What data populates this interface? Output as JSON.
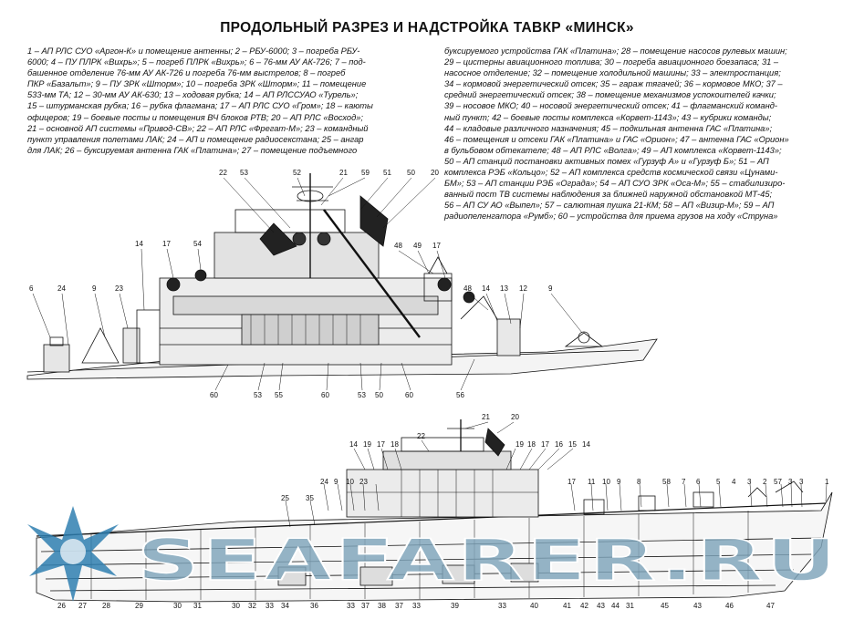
{
  "title": "ПРОДОЛЬНЫЙ РАЗРЕЗ И НАДСТРОЙКА ТАВКР «МИНСК»",
  "legend_left": [
    "1 – АП РЛС СУО «Аргон-К» и помещение антенны; 2 – РБУ-6000; 3 – погреба РБУ-",
    "6000; 4 – ПУ ПЛРК «Вихрь»; 5 – погреб ПЛРК «Вихрь»; 6 – 76-мм АУ АК-726; 7 – под-",
    "башенное отделение 76-мм АУ АК-726 и погреба 76-мм выстрелов; 8 – погреб",
    "ПКР «Базальт»; 9 – ПУ ЗРК «Шторм»; 10 – погреба ЗРК «Шторм»; 11 – помещение",
    "533-мм ТА; 12 – 30-мм АУ АК-630; 13 – ходовая рубка; 14 – АП РЛССУАО «Турель»;",
    "15 – штурманская рубка; 16 – рубка флагмана; 17 – АП РЛС СУО «Гром»; 18 – каюты",
    "офицеров; 19 – боевые посты и помещения ВЧ блоков РТВ; 20 – АП РЛС «Восход»;",
    "21 – основной АП системы «Привод-СВ»; 22 – АП РЛС «Фрегат-М»; 23 – командный",
    "пункт управления полетами ЛАК; 24 – АП и помещение радиосекстана; 25 – ангар",
    "для ЛАК; 26 – буксируемая антенна ГАК «Платина»; 27 – помещение подъемного"
  ],
  "legend_right": [
    "буксируемого устройства ГАК «Платина»; 28 – помещение насосов рулевых машин;",
    "29 – цистерны авиационного топлива; 30 – погреба авиационного боезапаса; 31 –",
    "насосное отделение; 32 – помещение холодильной машины; 33 – электростанция;",
    "34 – кормовой энергетический отсек; 35 – гараж тягачей; 36 – кормовое МКО; 37 –",
    "средний энергетический отсек; 38 – помещение механизмов успокоителей качки;",
    "39 – носовое МКО; 40 – носовой энергетический отсек; 41 – флагманский команд-",
    "ный пункт; 42 – боевые посты комплекса «Корвет-1143»; 43 – кубрики команды;",
    "44 – кладовые различного назначения; 45 – подкильная антенна ГАС «Платина»;",
    "46 – помещения и отсеки ГАК «Платина» и ГАС «Орион»; 47 – антенна ГАС «Орион»",
    "в бульбовом обтекателе; 48 – АП РЛС «Волга»; 49 – АП комплекса «Корвет-1143»;",
    "50 – АП станций постановки активных помех «Гурзуф А» и «Гурзуф Б»; 51 – АП",
    "комплекса РЭБ «Кольцо»; 52 – АП комплекса средств космической связи «Цунами-",
    "БМ»; 53 – АП станции РЭБ «Ограда»; 54 – АП СУО ЗРК «Оса-М»; 55 – стабилизиро-",
    "ванный пост ТВ системы наблюдения за ближней наружной обстановкой МТ-45;",
    "56 – АП СУ АО «Выпел»; 57 – салютная пушка 21-КМ; 58 – АП «Визир-М»; 59 – АП",
    "радиопеленгатора «Румб»; 60 – устройства для приема грузов на ходу «Струна»"
  ],
  "callouts_top": [
    "22",
    "53",
    "52",
    "21",
    "59",
    "51",
    "50",
    "20",
    "14",
    "17",
    "54",
    "48",
    "49",
    "17",
    "6",
    "24",
    "9",
    "23",
    "48",
    "14",
    "13",
    "12",
    "9",
    "60",
    "53",
    "55",
    "60",
    "53",
    "50",
    "60",
    "56"
  ],
  "callouts_bottom": [
    "21",
    "20",
    "14",
    "19",
    "17",
    "18",
    "22",
    "19",
    "18",
    "17",
    "16",
    "15",
    "14",
    "24",
    "9",
    "10",
    "23",
    "25",
    "35",
    "17",
    "11",
    "10",
    "9",
    "8",
    "58",
    "7",
    "6",
    "5",
    "4",
    "3",
    "2",
    "57",
    "3",
    "3",
    "1",
    "26",
    "27",
    "28",
    "29",
    "30",
    "31",
    "30",
    "32",
    "33",
    "34",
    "36",
    "33",
    "37",
    "38",
    "37",
    "33",
    "39",
    "33",
    "40",
    "41",
    "42",
    "43",
    "44",
    "31",
    "45",
    "43",
    "46",
    "47"
  ],
  "watermark": "SEAFARER.RU",
  "colors": {
    "ink": "#111111",
    "watermark": "#7ea3ba",
    "star": "#2f7fb0"
  }
}
